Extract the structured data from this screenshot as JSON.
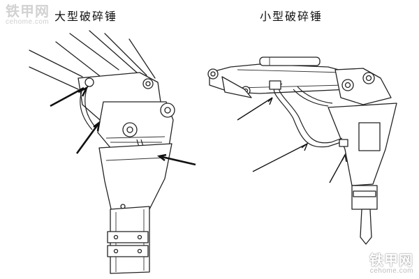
{
  "watermark": {
    "cn": "铁甲网",
    "en": "cehome.com"
  },
  "titles": {
    "large_breaker": "大型破碎锤",
    "small_breaker": "小型破碎锤"
  }
}
